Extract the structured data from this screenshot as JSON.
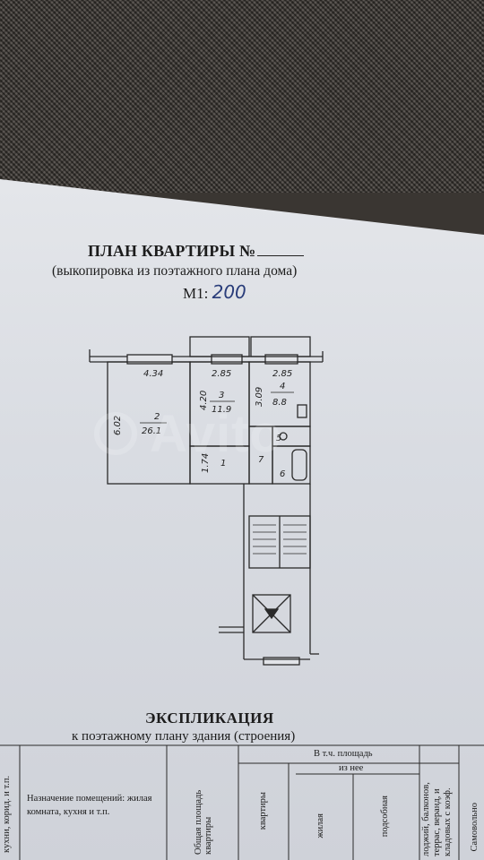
{
  "header": {
    "title": "ПЛАН КВАРТИРЫ №",
    "subtitle": "(выкопировка из поэтажного плана дома)",
    "scale_label": "М1:",
    "scale_value": "200"
  },
  "plan": {
    "dims": {
      "d1": "4.34",
      "d2": "2.85",
      "d3": "2.85",
      "d4": "6.02",
      "d5": "4.20",
      "d6": "3.09",
      "d7": "1.74"
    },
    "rooms": [
      {
        "num": "2",
        "area": "26.1"
      },
      {
        "num": "3",
        "area": "11.9"
      },
      {
        "num": "4",
        "area": "8.8"
      },
      {
        "num": "1",
        "area": ""
      },
      {
        "num": "5",
        "area": ""
      },
      {
        "num": "6",
        "area": ""
      },
      {
        "num": "7",
        "area": ""
      }
    ]
  },
  "explication": {
    "title": "ЭКСПЛИКАЦИЯ",
    "subtitle": "к поэтажному плану здания (строения)",
    "col_kitchen": "кухни, корид. и т.п.",
    "col_purpose": "Назначение помещений: жилая комната, кухня и т.п.",
    "col_total": "Общая площадь квартиры",
    "group_header": "В т.ч. площадь",
    "col_apartment": "квартиры",
    "sub_header": "из нее",
    "col_living": "жилая",
    "col_aux": "подсобная",
    "col_balcony": "лоджий, балконов, террас, веранд, и кладовых с коэф.",
    "col_self": "Самовольно"
  },
  "watermark_text": "Avito"
}
